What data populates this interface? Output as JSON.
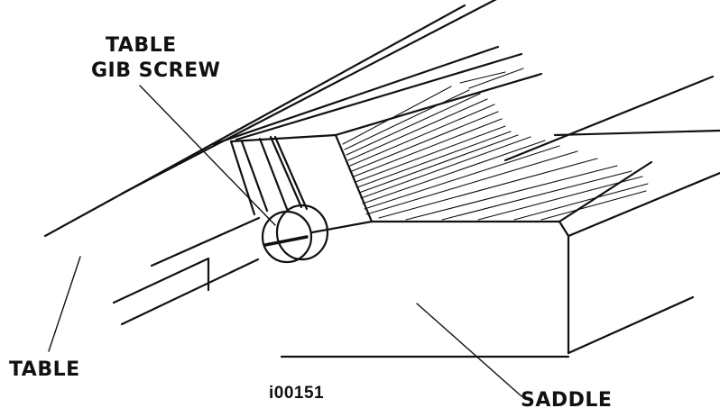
{
  "labels": {
    "gib_screw_line1": "TABLE",
    "gib_screw_line2": "GIB SCREW",
    "table": "TABLE",
    "saddle": "SADDLE",
    "figure_id": "i00151"
  },
  "colors": {
    "ink": "#111111",
    "background": "#ffffff"
  }
}
